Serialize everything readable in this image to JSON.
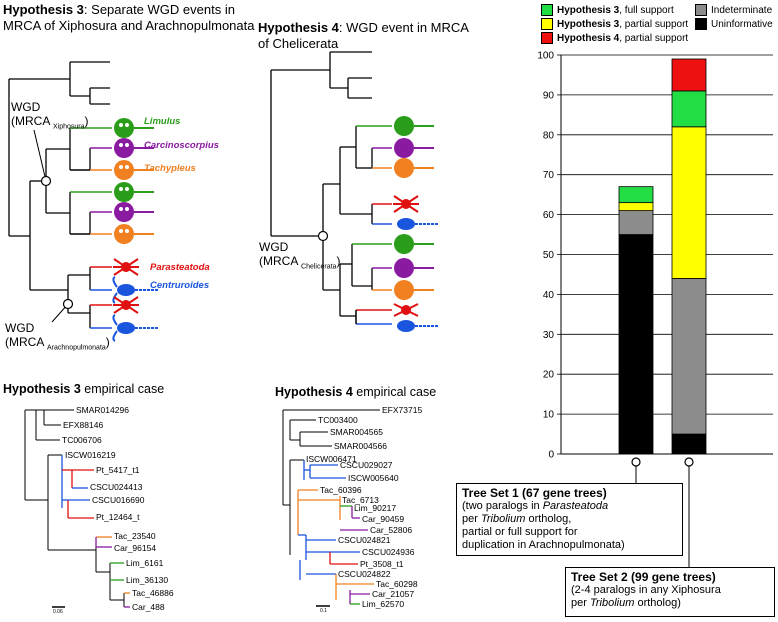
{
  "hyp3": {
    "bold": "Hypothesis 3",
    "rest_line1": ": Separate WGD events in",
    "line2": "MRCA of Xiphosura and Arachnopulmonata",
    "wgd1_a": "WGD",
    "wgd1_b": "(MRCA",
    "wgd1_sub": "Xiphosura",
    "wgd1_c": ")",
    "wgd2_a": "WGD",
    "wgd2_b": "(MRCA",
    "wgd2_sub": "Arachnopulmonata",
    "wgd2_c": ")",
    "species": [
      "Limulus",
      "Carcinoscorpius",
      "Tachypleus",
      "Parasteatoda",
      "Centruroides"
    ]
  },
  "hyp4": {
    "bold": "Hypothesis 4",
    "rest_line1": ": WGD event in MRCA",
    "line2": "of Chelicerata",
    "wgd_a": "WGD",
    "wgd_b": "(MRCA",
    "wgd_sub": "Chelicerata",
    "wgd_c": ")"
  },
  "emp3": {
    "bold": "Hypothesis 3",
    "rest": " empirical case",
    "leaves": [
      "SMAR014296",
      "EFX88146",
      "TC006706",
      "ISCW016219",
      "Pt_5417_t1",
      "CSCU024413",
      "CSCU016690",
      "Pt_12464_t",
      "Tac_23540",
      "Car_96154",
      "Lim_6161",
      "Lim_36130",
      "Tac_46886",
      "Car_488"
    ],
    "scale": "0.06"
  },
  "emp4": {
    "bold": "Hypothesis 4",
    "rest": " empirical case",
    "leaves": [
      "EFX73715",
      "TC003400",
      "SMAR004565",
      "SMAR004566",
      "ISCW006471",
      "CSCU029027",
      "ISCW005640",
      "Tac_60396",
      "Tac_6713",
      "Lim_90217",
      "Car_90459",
      "Car_52806",
      "CSCU024821",
      "CSCU024936",
      "Pt_3508_t1",
      "CSCU024822",
      "Tac_60298",
      "Car_21057",
      "Lim_62570"
    ],
    "scale": "0.1"
  },
  "legend": {
    "items": [
      {
        "bold": "Hypothesis 3",
        "rest": ", full support",
        "color": "#22dd44"
      },
      {
        "bold": "Hypothesis 3",
        "rest": ", partial support",
        "color": "#ffff00"
      },
      {
        "bold": "Hypothesis 4",
        "rest": ", partial support",
        "color": "#ee1111"
      }
    ],
    "items_right": [
      {
        "label": "Indeterminate",
        "color": "#8c8c8c"
      },
      {
        "label": "Uninformative",
        "color": "#000000"
      }
    ]
  },
  "chart_data": {
    "type": "bar",
    "stacked": true,
    "ylim": [
      0,
      100
    ],
    "yticks": [
      0,
      10,
      20,
      30,
      40,
      50,
      60,
      70,
      80,
      90,
      100
    ],
    "grid": true,
    "legend_position": "top",
    "categories": [
      "Tree Set 1",
      "Tree Set 2"
    ],
    "series": [
      {
        "name": "Uninformative",
        "color": "#000000",
        "values": [
          55,
          5
        ]
      },
      {
        "name": "Indeterminate",
        "color": "#8c8c8c",
        "values": [
          6,
          39
        ]
      },
      {
        "name": "Hypothesis 3, partial support",
        "color": "#ffff00",
        "values": [
          2,
          38
        ]
      },
      {
        "name": "Hypothesis 3, full support",
        "color": "#22dd44",
        "values": [
          4,
          9
        ]
      },
      {
        "name": "Hypothesis 4, partial support",
        "color": "#ee1111",
        "values": [
          0,
          8
        ]
      }
    ]
  },
  "treesets": [
    {
      "title": "Tree Set 1 (67 gene trees)",
      "lines": [
        "(two paralogs in ",
        "Parasteatoda",
        "per ",
        "Tribolium",
        " ortholog,",
        "partial or full support for",
        "duplication in Arachnopulmonata)"
      ]
    },
    {
      "title": "Tree Set 2 (99 gene trees)",
      "lines": [
        "(2-4 paralogs in any Xiphosura",
        "per ",
        "Tribolium",
        " ortholog)"
      ]
    }
  ]
}
